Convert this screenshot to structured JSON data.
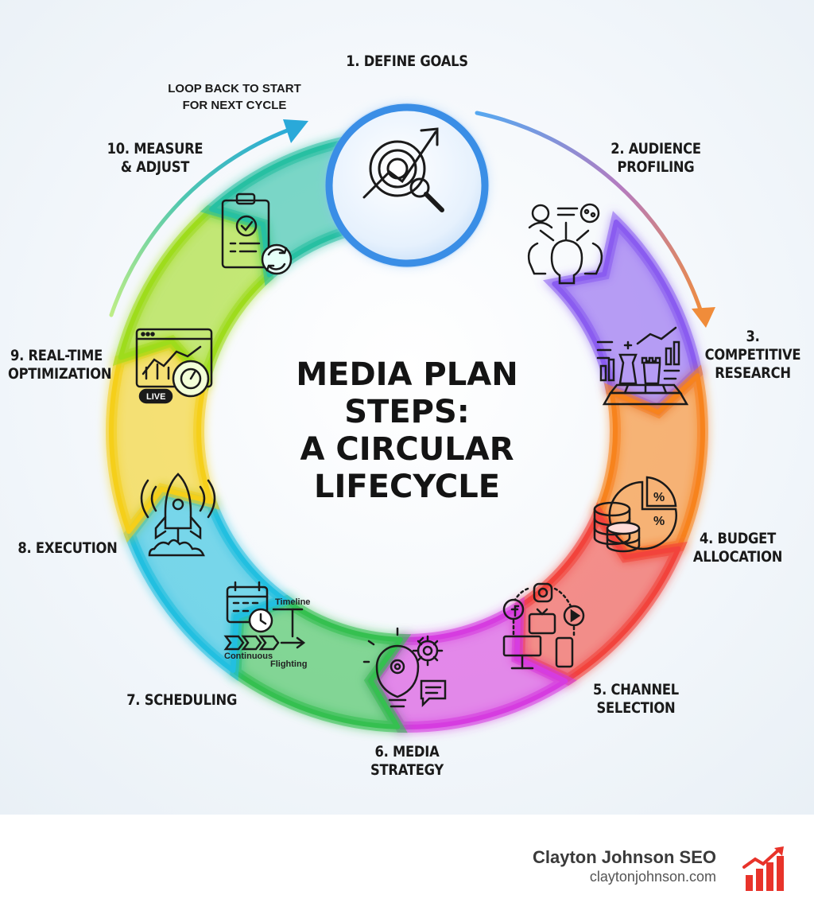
{
  "title_lines": [
    "MEDIA PLAN",
    "STEPS:",
    "A CIRCULAR",
    "LIFECYCLE"
  ],
  "loop_note": [
    "LOOP BACK TO START",
    "FOR NEXT CYCLE"
  ],
  "steps": [
    {
      "lines": [
        "1. DEFINE GOALS"
      ],
      "color": "#3a8ee6",
      "icon": "target-growth-icon"
    },
    {
      "lines": [
        "2. AUDIENCE",
        "PROFILING"
      ],
      "color": "#8a5cf0",
      "icon": "audience-heads-icon"
    },
    {
      "lines": [
        "3.",
        "COMPETITIVE",
        "RESEARCH"
      ],
      "color": "#f7831d",
      "icon": "chess-research-icon"
    },
    {
      "lines": [
        "4. BUDGET",
        "ALLOCATION"
      ],
      "color": "#f2433c",
      "icon": "coins-piechart-icon"
    },
    {
      "lines": [
        "5. CHANNEL",
        "SELECTION"
      ],
      "color": "#d63ce0",
      "icon": "channels-network-icon"
    },
    {
      "lines": [
        "6. MEDIA",
        "STRATEGY"
      ],
      "color": "#35c050",
      "icon": "lightbulb-gears-icon"
    },
    {
      "lines": [
        "7. SCHEDULING"
      ],
      "color": "#22bfe0",
      "icon": "calendar-timeline-icon"
    },
    {
      "lines": [
        "8. EXECUTION"
      ],
      "color": "#f5cf1a",
      "icon": "rocket-launch-icon"
    },
    {
      "lines": [
        "9. REAL-TIME",
        "OPTIMIZATION"
      ],
      "color": "#9edc1c",
      "icon": "live-dashboard-icon"
    },
    {
      "lines": [
        "10. MEASURE",
        "& ADJUST"
      ],
      "color": "#27c0a2",
      "icon": "clipboard-check-icon"
    }
  ],
  "icon_texts": {
    "scheduling_timeline": "Timeline",
    "scheduling_continuous": "Continuous",
    "scheduling_flighting": "Flighting",
    "optimization_live": "LIVE",
    "budget_percent": "%"
  },
  "footer": {
    "brand_name": "Clayton Johnson SEO",
    "brand_url": "claytonjohnson.com",
    "logo": "bar-chart-arrow-logo"
  }
}
